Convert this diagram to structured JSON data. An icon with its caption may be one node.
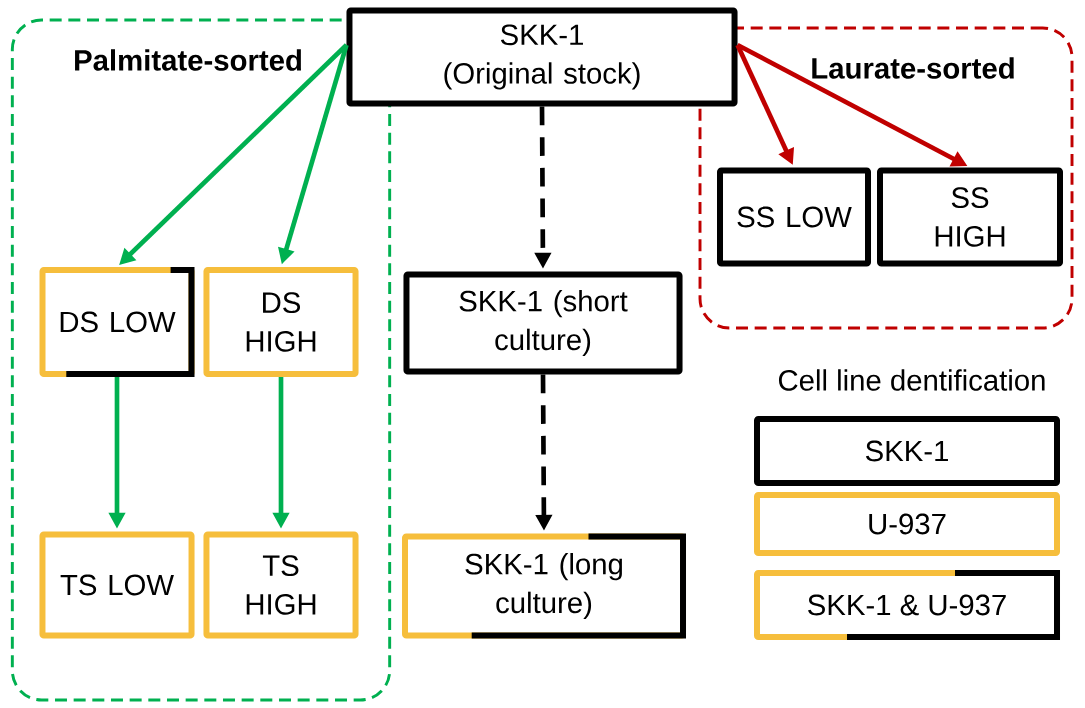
{
  "diagram": {
    "nodes": [
      {
        "text": [
          "Palmitate-sorted"
        ]
      },
      {
        "text": [
          "SKK-1 (Original stock)"
        ]
      },
      {
        "text": [
          "Laurate-sorted"
        ]
      },
      {
        "text": [
          "SS LOW"
        ],
        "in": 2
      },
      {
        "text": [
          "SS HIGH"
        ],
        "in": 2
      },
      {
        "text": [
          "DS LOW"
        ],
        "in": 0
      },
      {
        "text": [
          "DS HIGH"
        ],
        "in": 0
      },
      {
        "text": [
          "SKK-1 (short culture)"
        ]
      },
      {
        "text": [
          "TS LOW"
        ],
        "in": 0
      },
      {
        "text": [
          "TS HIGH"
        ],
        "in": 0
      },
      {
        "text": [
          "SKK-1 (long culture)"
        ]
      }
    ],
    "edges": [
      {
        "from": 1,
        "to": 5,
        "arrow": "to"
      },
      {
        "from": 1,
        "to": 6,
        "arrow": "to"
      },
      {
        "from": 1,
        "to": 7,
        "arrow": "to",
        "style": "dashed",
        "color": "#000000"
      },
      {
        "from": 1,
        "to": 3,
        "arrow": "to",
        "color": "#c00000"
      },
      {
        "from": 1,
        "to": 4,
        "arrow": "to",
        "color": "#c00000"
      },
      {
        "from": 5,
        "to": 8,
        "arrow": "to"
      },
      {
        "from": 6,
        "to": 9,
        "arrow": "to"
      },
      {
        "from": 7,
        "to": 10,
        "arrow": "to",
        "style": "dashed",
        "color": "#000000"
      }
    ],
    "labels": [
      "Cell line dentification"
    ],
    "legend": [
      {
        "text": "SKK-1",
        "color": "#000000"
      },
      {
        "text": "U-937",
        "color": "#f6be3c"
      },
      {
        "text": "SKK-1 & U-937"
      }
    ]
  }
}
